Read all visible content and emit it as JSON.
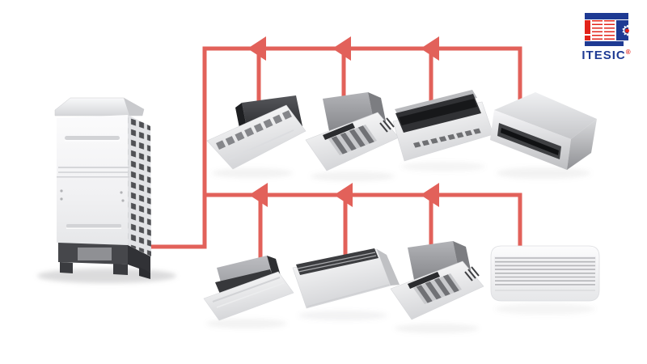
{
  "page": {
    "background_color": "#ffffff"
  },
  "logo": {
    "brand": "ITESIC",
    "registered_mark": "®",
    "blue": "#1e3a93",
    "red": "#e2231a"
  },
  "diagram": {
    "pipe_color": "#e2615a",
    "outdoor_unit": "vrf-outdoor-unit",
    "top_row_units": [
      "ceiling-cassette-one-way-dark",
      "ceiling-cassette-four-way",
      "ceiling-cassette-one-way-light",
      "concealed-duct-unit"
    ],
    "bottom_row_units": [
      "ceiling-cassette-one-way-gray",
      "ceiling-suspended-unit",
      "ceiling-cassette-four-way",
      "wall-mounted-unit"
    ]
  }
}
